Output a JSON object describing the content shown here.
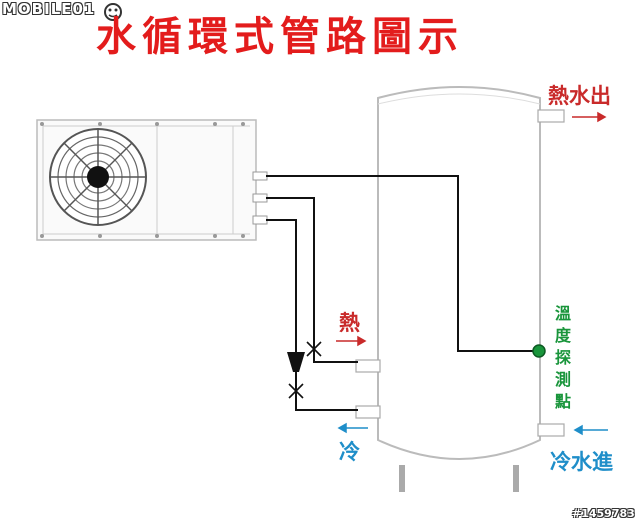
{
  "watermark": {
    "text": "MOBILE01",
    "image_id": "#1459783"
  },
  "title": "水循環式管路圖示",
  "labels": {
    "hot_water_out": "熱水出",
    "cold_water_in": "冷水進",
    "hot": "熱",
    "cold": "冷",
    "temp_probe": "溫度探測點"
  },
  "colors": {
    "title": "#e31c1c",
    "hot": "#c92a2a",
    "cold": "#1f8ec9",
    "probe": "#19953b"
  }
}
